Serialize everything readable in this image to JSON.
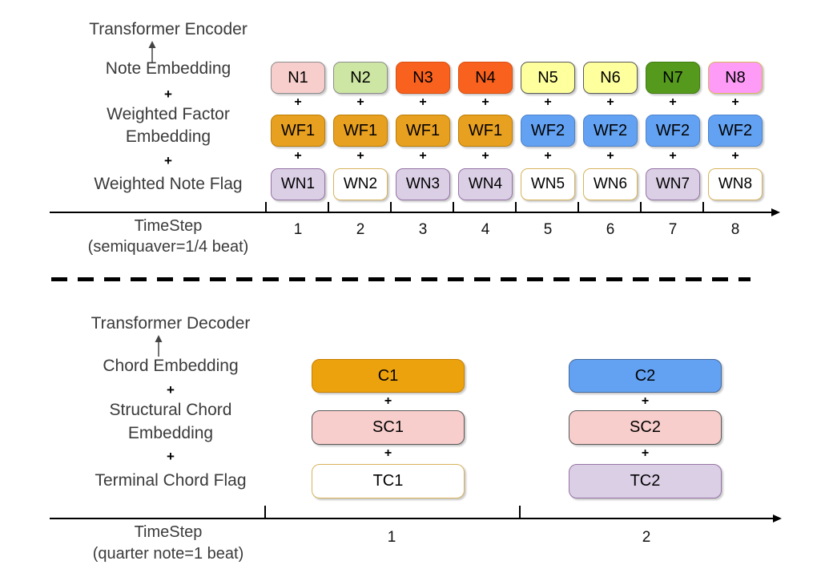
{
  "encoder": {
    "title": "Transformer Encoder",
    "labels": {
      "row1": "Note Embedding",
      "plus": "+",
      "row2a": "Weighted Factor",
      "row2b": "Embedding",
      "row3": "Weighted Note Flag"
    },
    "columns": [
      {
        "tick": "1",
        "n": {
          "label": "N1",
          "fill": "#f8cecc",
          "border": "#8c8c8c"
        },
        "wf": {
          "label": "WF1",
          "fill": "#e8a020",
          "border": "#bd7d00"
        },
        "wn": {
          "label": "WN1",
          "fill": "#dbcfe5",
          "border": "#9673a6"
        }
      },
      {
        "tick": "2",
        "n": {
          "label": "N2",
          "fill": "#cde6a3",
          "border": "#8c8c8c"
        },
        "wf": {
          "label": "WF1",
          "fill": "#e8a020",
          "border": "#bd7d00"
        },
        "wn": {
          "label": "WN2",
          "fill": "#ffffff",
          "border": "#d8b35c"
        }
      },
      {
        "tick": "3",
        "n": {
          "label": "N3",
          "fill": "#f9621e",
          "border": "#d94e0e"
        },
        "wf": {
          "label": "WF1",
          "fill": "#e8a020",
          "border": "#bd7d00"
        },
        "wn": {
          "label": "WN3",
          "fill": "#dbcfe5",
          "border": "#9673a6"
        }
      },
      {
        "tick": "4",
        "n": {
          "label": "N4",
          "fill": "#f9621e",
          "border": "#d94e0e"
        },
        "wf": {
          "label": "WF1",
          "fill": "#e8a020",
          "border": "#bd7d00"
        },
        "wn": {
          "label": "WN4",
          "fill": "#dbcfe5",
          "border": "#9673a6"
        }
      },
      {
        "tick": "5",
        "n": {
          "label": "N5",
          "fill": "#feff9d",
          "border": "#595959"
        },
        "wf": {
          "label": "WF2",
          "fill": "#63a2f2",
          "border": "#4a82cc"
        },
        "wn": {
          "label": "WN5",
          "fill": "#ffffff",
          "border": "#d8b35c"
        }
      },
      {
        "tick": "6",
        "n": {
          "label": "N6",
          "fill": "#feff9d",
          "border": "#595959"
        },
        "wf": {
          "label": "WF2",
          "fill": "#63a2f2",
          "border": "#4a82cc"
        },
        "wn": {
          "label": "WN6",
          "fill": "#ffffff",
          "border": "#d8b35c"
        }
      },
      {
        "tick": "7",
        "n": {
          "label": "N7",
          "fill": "#559a1d",
          "border": "#3e7c10"
        },
        "wf": {
          "label": "WF2",
          "fill": "#63a2f2",
          "border": "#4a82cc"
        },
        "wn": {
          "label": "WN7",
          "fill": "#dbcfe5",
          "border": "#9673a6"
        }
      },
      {
        "tick": "8",
        "n": {
          "label": "N8",
          "fill": "#fd9bf7",
          "border": "#d6b656"
        },
        "wf": {
          "label": "WF2",
          "fill": "#63a2f2",
          "border": "#4a82cc"
        },
        "wn": {
          "label": "WN8",
          "fill": "#ffffff",
          "border": "#d8b35c"
        }
      }
    ],
    "axis": {
      "label1": "TimeStep",
      "label2": "(semiquaver=1/4 beat)"
    }
  },
  "decoder": {
    "title": "Transformer Decoder",
    "labels": {
      "row1": "Chord Embedding",
      "plus": "+",
      "row2a": "Structural Chord",
      "row2b": "Embedding",
      "row3": "Terminal Chord Flag"
    },
    "columns": [
      {
        "tick": "1",
        "c": {
          "label": "C1",
          "fill": "#eca20d",
          "border": "#c87f00"
        },
        "sc": {
          "label": "SC1",
          "fill": "#f8cecc",
          "border": "#595959"
        },
        "tc": {
          "label": "TC1",
          "fill": "#ffffff",
          "border": "#d8b35c"
        }
      },
      {
        "tick": "2",
        "c": {
          "label": "C2",
          "fill": "#63a2f2",
          "border": "#45699c"
        },
        "sc": {
          "label": "SC2",
          "fill": "#f8cecc",
          "border": "#595959"
        },
        "tc": {
          "label": "TC2",
          "fill": "#dbcfe5",
          "border": "#9673a6"
        }
      }
    ],
    "axis": {
      "label1": "TimeStep",
      "label2": "(quarter note=1 beat)"
    }
  }
}
